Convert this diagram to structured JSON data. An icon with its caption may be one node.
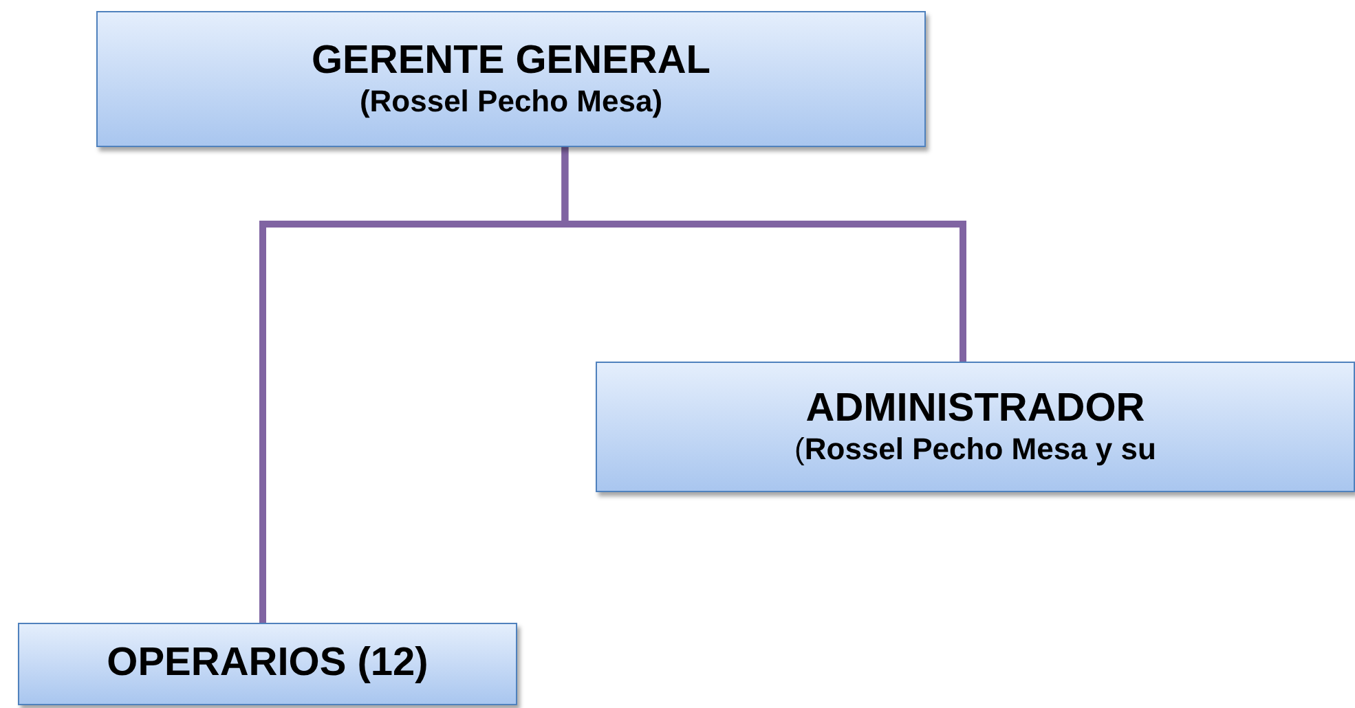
{
  "diagram": {
    "nodes": [
      {
        "text": [
          "GERENTE GENERAL",
          "(Rossel Pecho Mesa)"
        ]
      },
      {
        "text": [
          "ADMINISTRADOR",
          "(**Rossel Pecho Mesa y su**"
        ]
      },
      {
        "text": [
          "OPERARIOS (12)"
        ]
      }
    ],
    "edges": [
      {
        "from": 0,
        "to": 1,
        "arrow": "none"
      },
      {
        "from": 0,
        "to": 2,
        "arrow": "none"
      }
    ]
  }
}
